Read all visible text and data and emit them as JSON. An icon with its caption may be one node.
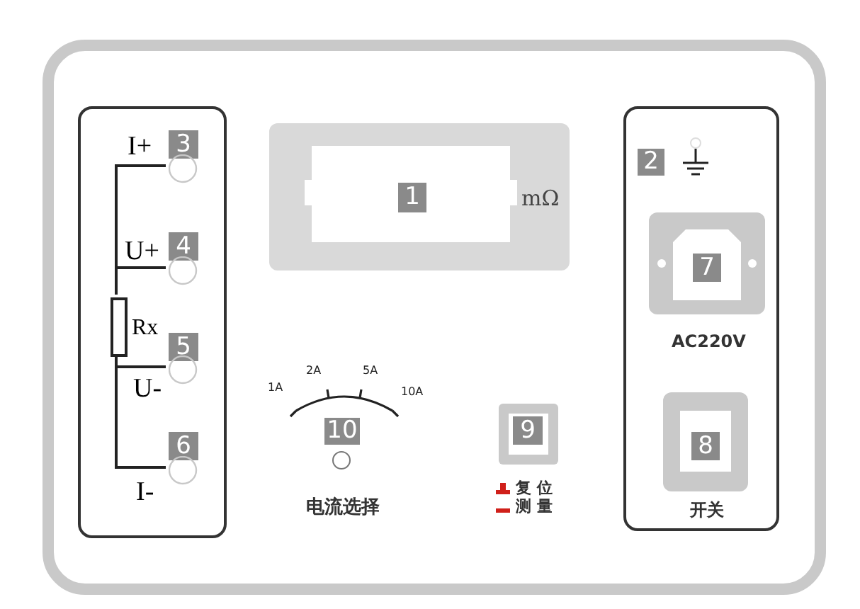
{
  "diagram": {
    "nodes": [
      {
        "text": [],
        "shape": "box"
      },
      {
        "text": [
          "3"
        ],
        "in": 0,
        "beside": [
          "I+"
        ]
      },
      {
        "text": [
          "4"
        ],
        "in": 0,
        "beside": [
          "U+"
        ]
      },
      {
        "text": [
          "5"
        ],
        "in": 0,
        "beside": [
          "U-"
        ]
      },
      {
        "text": [
          "6"
        ],
        "in": 0,
        "beside": [
          "I-"
        ]
      },
      {
        "text": [],
        "shape": "box",
        "in": 0,
        "beside": [
          "Rx"
        ]
      },
      {
        "text": [
          "1",
          "mΩ"
        ]
      },
      {
        "text": [],
        "shape": "box"
      },
      {
        "text": [
          "2"
        ],
        "in": 7
      },
      {
        "text": [
          "7"
        ],
        "in": 7,
        "beside": [
          "AC220V"
        ]
      },
      {
        "text": [
          "8"
        ],
        "in": 7,
        "beside": [
          "开关"
        ]
      },
      {
        "text": [
          "10"
        ],
        "beside": [
          "电流选择"
        ]
      },
      {
        "text": [
          "9"
        ],
        "beside": [
          "复位",
          "测量"
        ]
      }
    ],
    "edges": [
      {
        "from": 5,
        "to": 1,
        "arrow": "none"
      },
      {
        "from": 5,
        "to": 2,
        "arrow": "none"
      },
      {
        "from": 5,
        "to": 3,
        "arrow": "none"
      },
      {
        "from": 5,
        "to": 4,
        "arrow": "none"
      }
    ],
    "labels": [
      "1A",
      "2A",
      "5A",
      "10A"
    ]
  }
}
